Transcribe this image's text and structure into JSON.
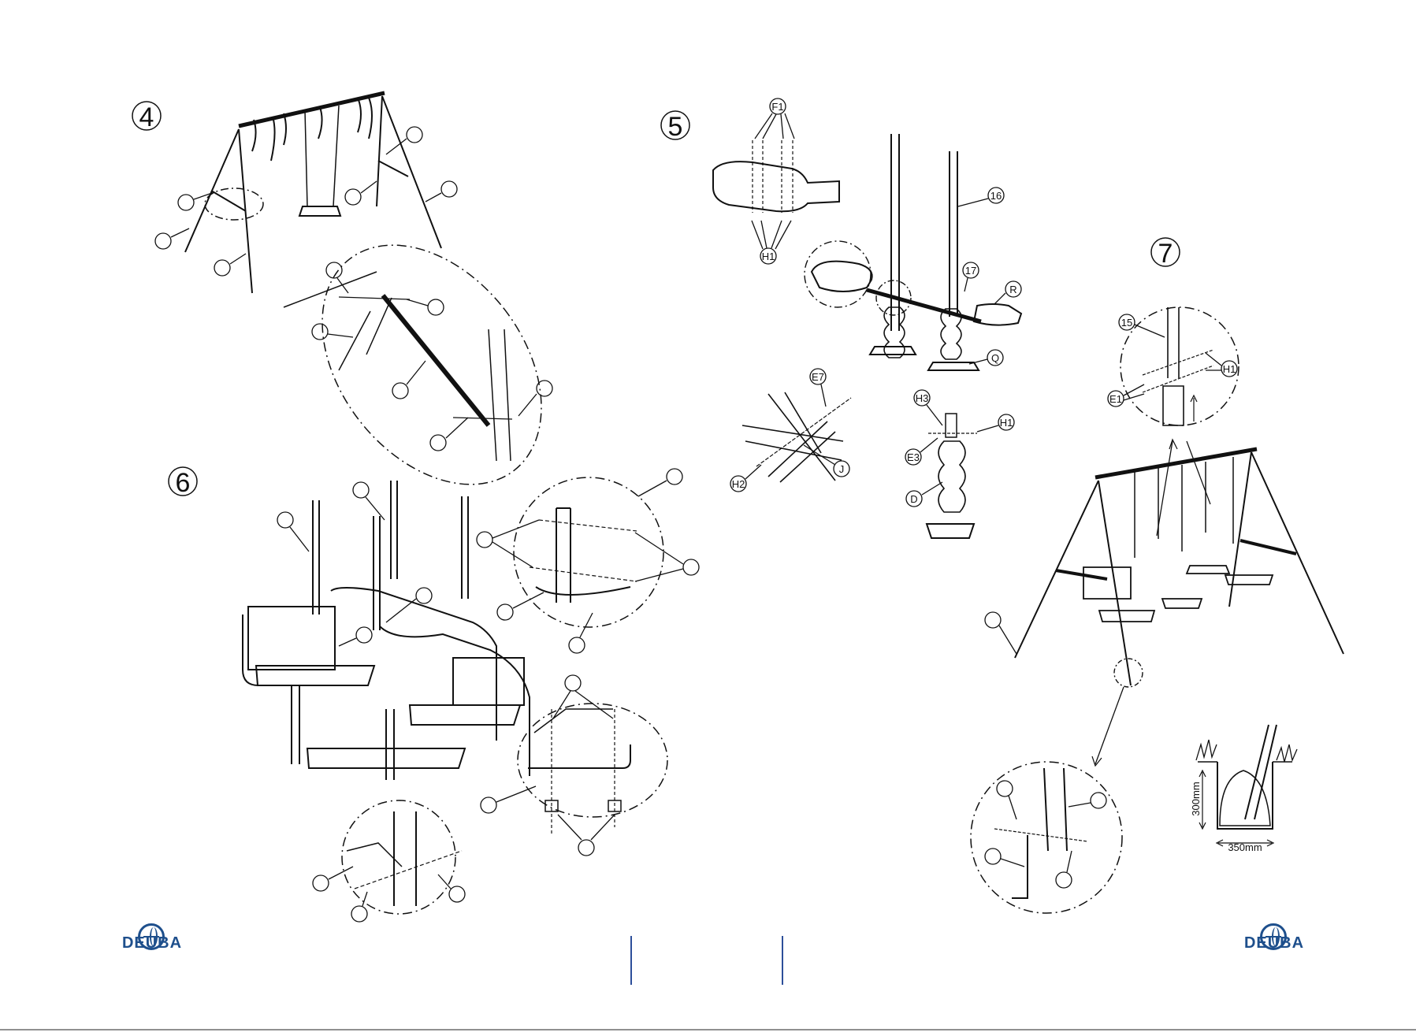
{
  "brand": {
    "name": "DEUBA",
    "color": "#1e4f8c",
    "divider_color": "#2d4f9a"
  },
  "steps": [
    {
      "number": "4"
    },
    {
      "number": "5"
    },
    {
      "number": "6"
    },
    {
      "number": "7"
    }
  ],
  "step5_labels": [
    "F1",
    "H1",
    "16",
    "17",
    "R",
    "Q",
    "E7",
    "J",
    "H2",
    "H3",
    "H1",
    "E3",
    "D"
  ],
  "step7_labels": [
    "15",
    "H1",
    "E1"
  ],
  "dimensions": {
    "height": "300mm",
    "width": "350mm"
  }
}
